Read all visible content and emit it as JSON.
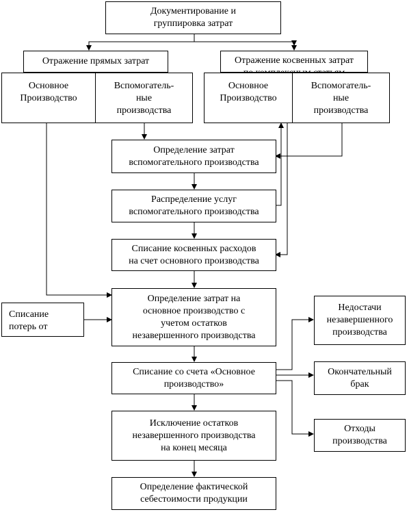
{
  "nodes": {
    "documenting": "Документирование и\nгруппировка затрат",
    "direct_costs": "Отражение прямых затрат",
    "indirect_costs": "Отражение косвенных затрат\nпо комплексным статьям",
    "direct_main": "Основное\nПроизводство",
    "direct_aux": "Вспомогатель-\nные\nпроизводства",
    "indirect_main": "Основное\nПроизводство",
    "indirect_aux": "Вспомогатель-\nные\nпроизводства",
    "aux_cost_determination": "Определение затрат\nвспомогательного производства",
    "aux_services_distribution": "Распределение услуг\nвспомогательного производства",
    "indirect_writeoff": "Списание косвенных расходов\nна счет основного производства",
    "main_cost_determination": "Определение затрат на\nосновное производство с\nучетом остатков\nнезавершенного производства",
    "loss_writeoff": "Списание\nпотерь от",
    "shortages": "Недостачи\nнезавершенного\nпроизводства",
    "writeoff_main_account": "Списание со счета «Основное\nпроизводство»",
    "final_defect": "Окончательный\nбрак",
    "wip_exclusion": "Исключение остатков\nнезавершенного производства\nна конец месяца",
    "production_waste": "Отходы\nпроизводства",
    "actual_cost": "Определение фактической\nсебестоимости продукции"
  }
}
